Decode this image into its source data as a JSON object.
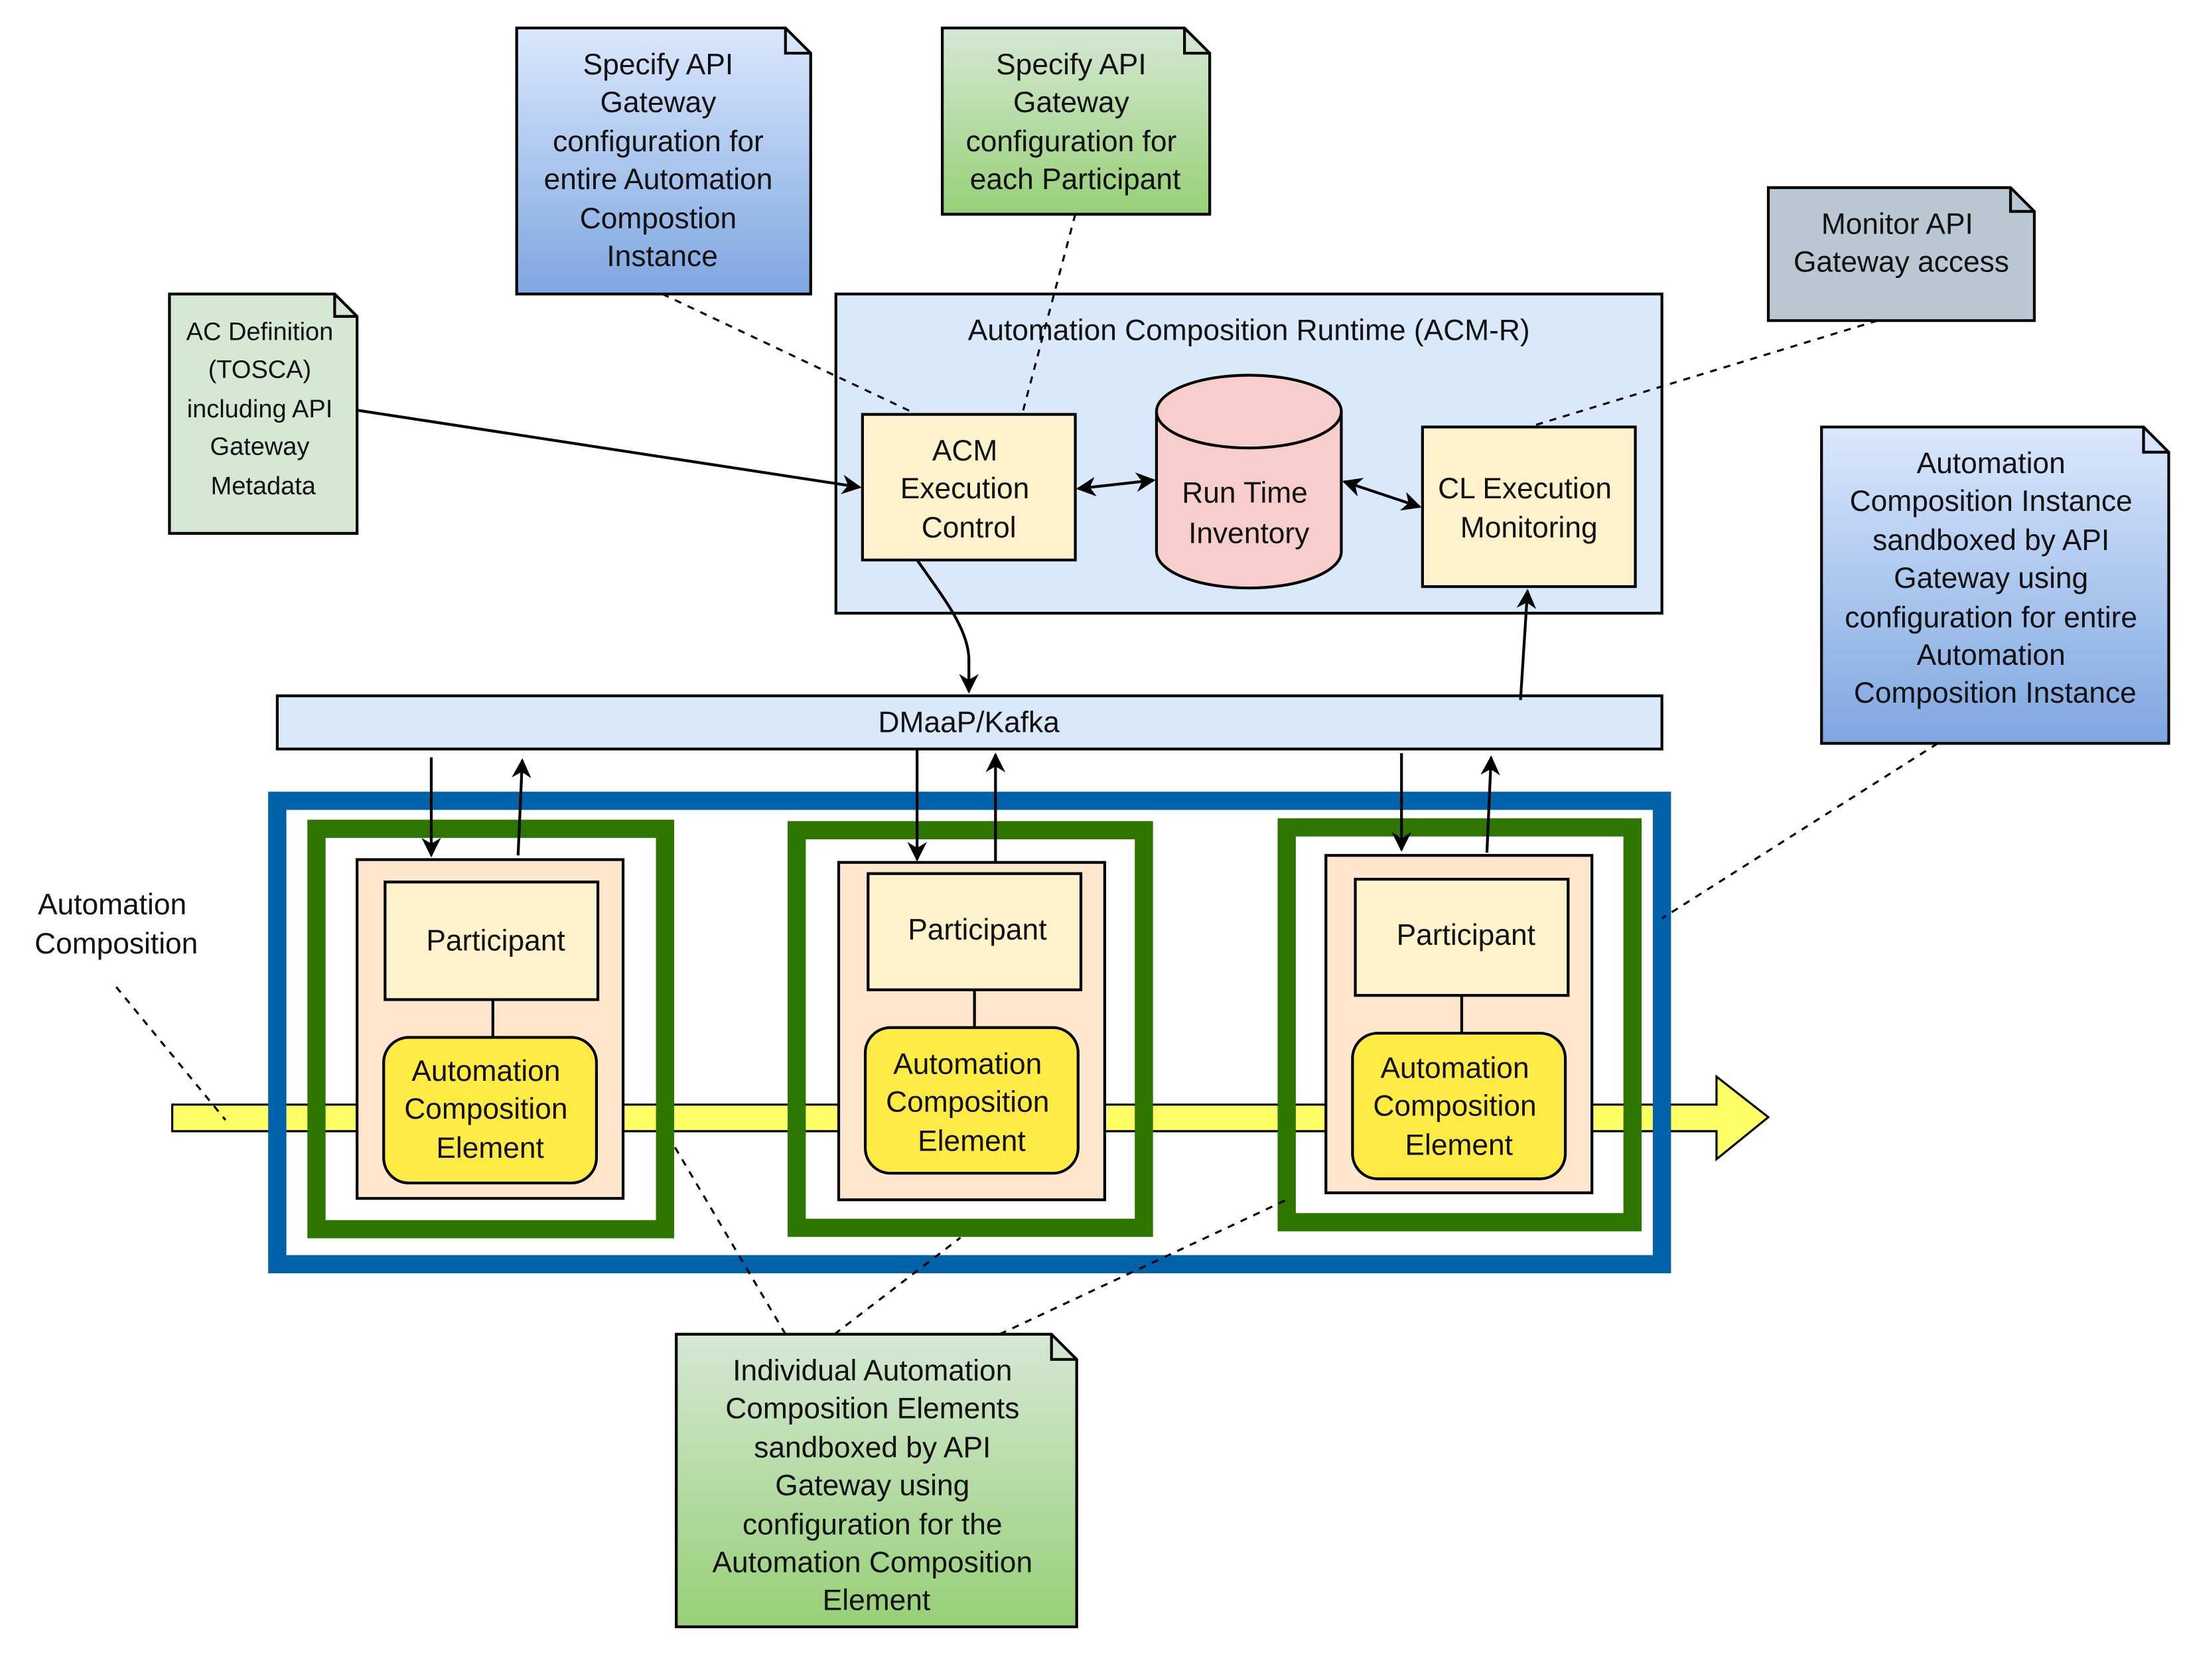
{
  "notes": {
    "api_gateway_instance": [
      "Specify API",
      "Gateway",
      "configuration for",
      "entire Automation",
      "Compostion",
      "Instance"
    ],
    "api_gateway_participant": [
      "Specify API",
      "Gateway",
      "configuration for",
      "each Participant"
    ],
    "monitor": [
      "Monitor API",
      "Gateway access"
    ],
    "ac_definition": [
      "AC Definition",
      "(TOSCA)",
      "including API",
      "Gateway",
      "Metadata"
    ],
    "instance_sandbox": [
      "Automation",
      "Composition Instance",
      "sandboxed by API",
      "Gateway using",
      "configuration for entire",
      "Automation",
      "Composition Instance"
    ],
    "element_sandbox": [
      "Individual Automation",
      "Composition Elements",
      "sandboxed by API",
      "Gateway using",
      "configuration for the",
      "Automation Composition",
      "Element"
    ]
  },
  "acmr": {
    "title": "Automation Composition Runtime (ACM-R)",
    "execution_control": [
      "ACM",
      "Execution",
      "Control"
    ],
    "inventory": [
      "Run Time",
      "Inventory"
    ],
    "monitoring": [
      "CL Execution",
      "Monitoring"
    ]
  },
  "bus": {
    "label": "DMaaP/Kafka"
  },
  "composition_label": [
    "Automation",
    "Composition"
  ],
  "participants": [
    {
      "label": "Participant",
      "element": [
        "Automation",
        "Composition",
        "Element"
      ]
    },
    {
      "label": "Participant",
      "element": [
        "Automation",
        "Composition",
        "Element"
      ]
    },
    {
      "label": "Participant",
      "element": [
        "Automation",
        "Composition",
        "Element"
      ]
    }
  ],
  "colors": {
    "blue_frame": "#0062a8",
    "green_frame": "#2d7600",
    "acmr_fill": "#dae8fc",
    "yellow_box": "#fff2cc",
    "orange_box": "#ffe6cc",
    "element_yellow": "#ffeb44",
    "cylinder": "#f8cecc",
    "grey_note": "#bac8d3",
    "green_note": "#d5e8d4",
    "arrow_yellow": "#ffff66"
  }
}
